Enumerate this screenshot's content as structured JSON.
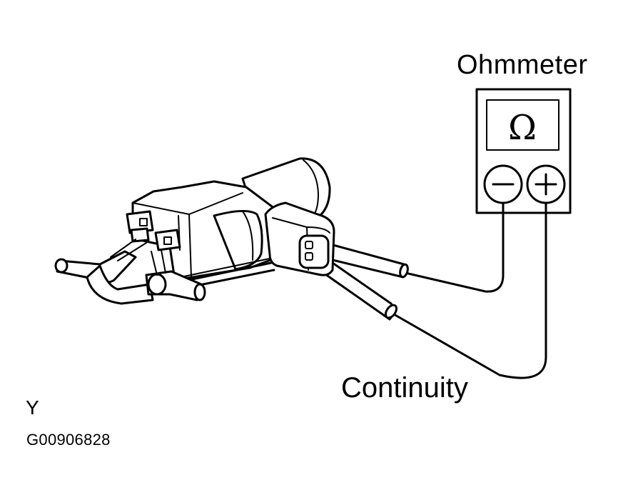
{
  "labels": {
    "meter": "Ohmmeter",
    "check": "Continuity",
    "view_letter": "Y",
    "figure_code": "G00906828"
  },
  "meter": {
    "symbol": "Ω",
    "negative": "−",
    "positive": "+"
  },
  "colors": {
    "ink": "#000000",
    "paper": "#ffffff"
  }
}
